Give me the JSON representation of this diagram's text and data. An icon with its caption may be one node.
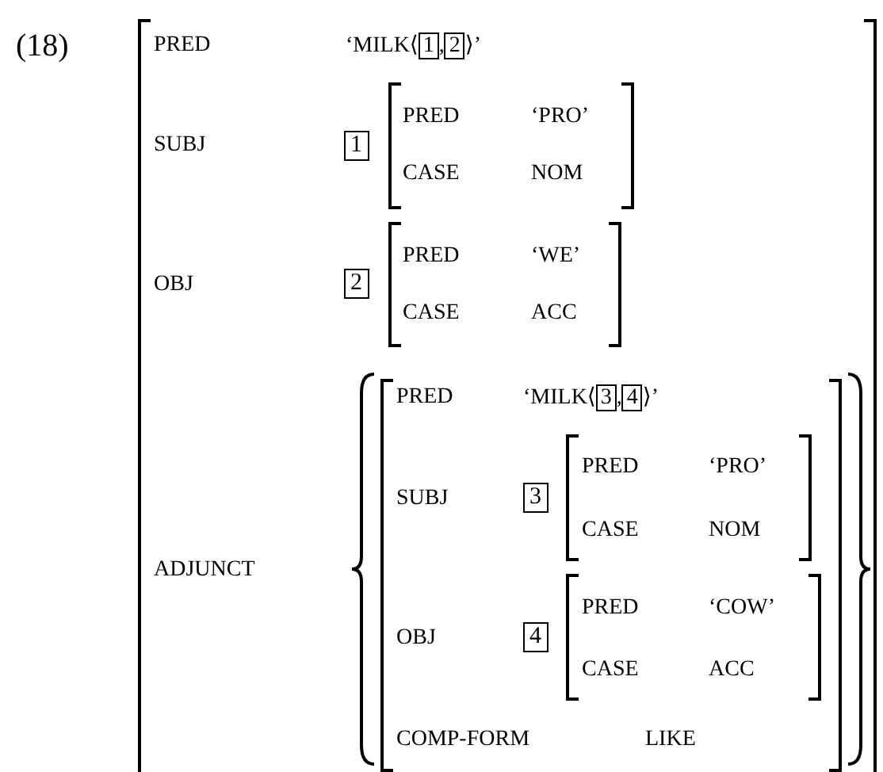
{
  "diagram": {
    "labels": [
      "(18)",
      "PRED",
      "‘MILK⟨",
      "1",
      ",",
      "2",
      "⟩’",
      "SUBJ",
      "1",
      "PRED",
      "‘PRO’",
      "CASE",
      "NOM",
      "OBJ",
      "2",
      "PRED",
      "‘WE’",
      "CASE",
      "ACC",
      "ADJUNCT",
      "PRED",
      "‘MILK⟨",
      "3",
      ",",
      "4",
      "⟩’",
      "SUBJ",
      "3",
      "PRED",
      "‘PRO’",
      "CASE",
      "NOM",
      "OBJ",
      "4",
      "PRED",
      "‘COW’",
      "CASE",
      "ACC",
      "COMP-FORM",
      "LIKE"
    ]
  }
}
